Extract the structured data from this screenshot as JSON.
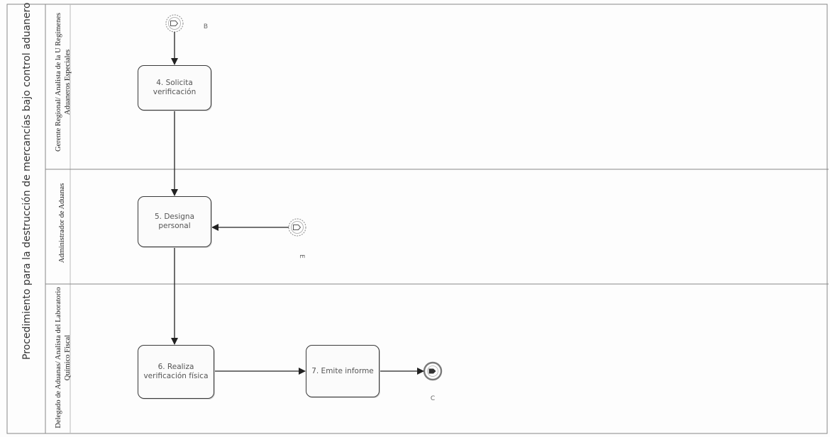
{
  "pool": {
    "title": "Procedimiento para la destrucción de mercancías bajo control aduanero"
  },
  "lanes": [
    {
      "label": "Gerente Regional/ Analista de la U Regímenes Aduaneros Especiales"
    },
    {
      "label": "Administrador de Aduanas"
    },
    {
      "label": "Delegado de Aduanas/ Analista del Laboratorio Químico Fiscal"
    }
  ],
  "tasks": {
    "t4": "4. Solicita\nverificación",
    "t5": "5. Designa\npersonal",
    "t6": "6. Realiza\nverificación física",
    "t7": "7. Emite informe"
  },
  "events": {
    "start_b": "B",
    "start_e": "E",
    "end_c": "C"
  },
  "colors": {
    "stroke": "#3a3a3a",
    "lane_border": "#888888",
    "event_ring": "#9a9a9a"
  }
}
